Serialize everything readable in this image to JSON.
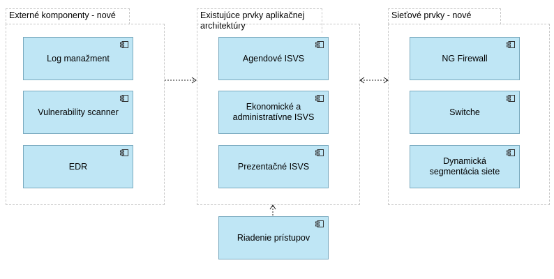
{
  "groups": {
    "external": {
      "label": "Externé komponenty - nové",
      "components": [
        "Log manažment",
        "Vulnerability scanner",
        "EDR"
      ]
    },
    "existing": {
      "label": "Existujúce prvky aplikačnej architektúry",
      "components": [
        "Agendové ISVS",
        "Ekonomické a administratívne ISVS",
        "Prezentačné ISVS"
      ]
    },
    "network": {
      "label": "Sieťové prvky - nové",
      "components": [
        "NG Firewall",
        "Switche",
        "Dynamická segmentácia siete"
      ]
    }
  },
  "standalone": {
    "access_control": "Riadenie prístupov"
  },
  "icon": "component-icon"
}
